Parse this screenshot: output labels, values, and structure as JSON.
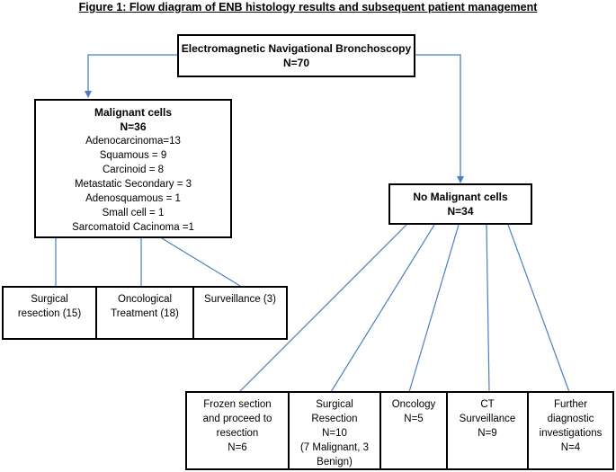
{
  "figure": {
    "title": "Figure 1: Flow diagram of ENB histology results and subsequent patient management",
    "line_color": "#4a7fc1",
    "border_color": "#000000"
  },
  "root": {
    "title": "Electromagnetic Navigational Bronchoscopy",
    "n": "N=70"
  },
  "malignant": {
    "title": "Malignant cells",
    "n": "N=36",
    "items": [
      "Adenocarcinoma=13",
      "Squamous = 9",
      "Carcinoid = 8",
      "Metastatic Secondary = 3",
      "Adenosquamous = 1",
      "Small cell = 1",
      "Sarcomatoid Cacinoma =1"
    ],
    "outcomes": [
      [
        "Surgical",
        "resection (15)"
      ],
      [
        "Oncological",
        "Treatment (18)"
      ],
      [
        "Surveillance (3)"
      ]
    ]
  },
  "non_malignant": {
    "title": "No Malignant cells",
    "n": "N=34",
    "outcomes": [
      [
        "Frozen section",
        "and proceed to",
        "resection",
        "N=6"
      ],
      [
        "Surgical",
        "Resection",
        "N=10",
        "(7 Malignant, 3",
        "Benign)"
      ],
      [
        "Oncology",
        "N=5"
      ],
      [
        "CT",
        "Surveillance",
        "N=9"
      ],
      [
        "Further",
        "diagnostic",
        "investigations",
        "N=4"
      ]
    ]
  }
}
